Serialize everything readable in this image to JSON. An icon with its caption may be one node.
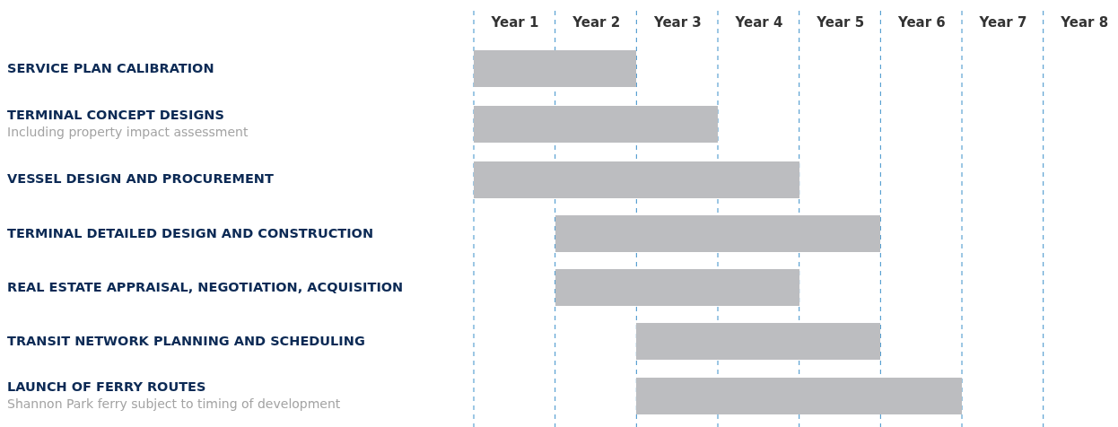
{
  "diagram": {
    "nodes": [
      {
        "text": [
          "SERVICE PLAN CALIBRATION"
        ]
      },
      {
        "text": [
          "TERMINAL CONCEPT DESIGNS",
          "Including property impact assessment"
        ]
      },
      {
        "text": [
          "VESSEL DESIGN AND PROCUREMENT"
        ]
      },
      {
        "text": [
          "TERMINAL DETAILED DESIGN AND CONSTRUCTION"
        ]
      },
      {
        "text": [
          "REAL ESTATE APPRAISAL, NEGOTIATION, ACQUISITION"
        ]
      },
      {
        "text": [
          "TRANSIT NETWORK PLANNING AND SCHEDULING"
        ]
      },
      {
        "text": [
          "LAUNCH OF FERRY ROUTES",
          "Shannon Park ferry subject to timing of development"
        ]
      },
      {
        "text": [],
        "shape": "bar"
      },
      {
        "text": [],
        "shape": "bar"
      },
      {
        "text": [],
        "shape": "bar"
      },
      {
        "text": [],
        "shape": "bar"
      },
      {
        "text": [],
        "shape": "bar"
      },
      {
        "text": [],
        "shape": "bar"
      },
      {
        "text": [],
        "shape": "bar"
      }
    ],
    "labels": [
      "Year 1",
      "Year 2",
      "Year 3",
      "Year 4",
      "Year 5",
      "Year 6",
      "Year 7",
      "Year 8"
    ]
  }
}
